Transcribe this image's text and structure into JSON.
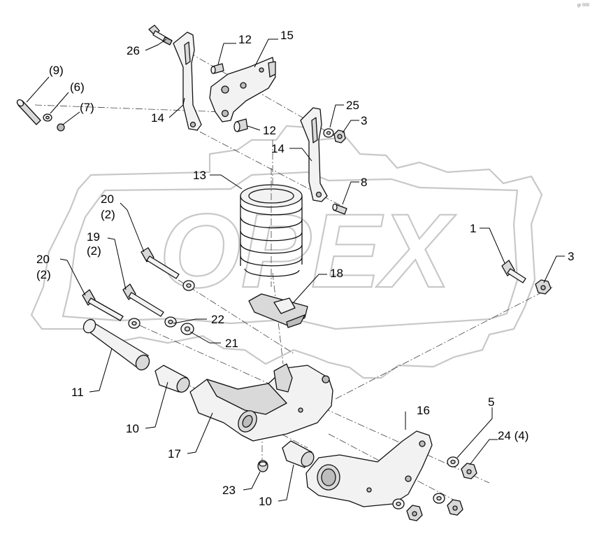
{
  "figure": {
    "corner_mark": "gr 000",
    "watermark_text": "OPEX",
    "callouts": {
      "p26": "26",
      "p12a": "12",
      "p15": "15",
      "p9": "(9)",
      "p6": "(6)",
      "p7": "(7)",
      "p25": "25",
      "p3a": "3",
      "p14a": "14",
      "p12b": "12",
      "p14b": "14",
      "p13": "13",
      "p8": "8",
      "p20a": "20",
      "p20a_qty": "(2)",
      "p19": "19",
      "p19_qty": "(2)",
      "p20b": "20",
      "p20b_qty": "(2)",
      "p1": "1",
      "p3b": "3",
      "p18": "18",
      "p22": "22",
      "p21": "21",
      "p11": "11",
      "p10a": "10",
      "p17": "17",
      "p16": "16",
      "p5": "5",
      "p24": "24 (4)",
      "p23": "23",
      "p10b": "10"
    }
  }
}
